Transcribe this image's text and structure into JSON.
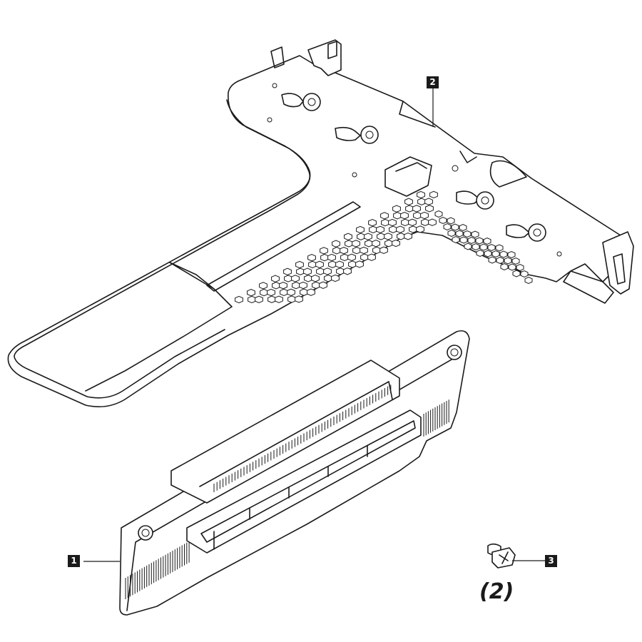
{
  "callouts": [
    {
      "id": "1",
      "label": "1"
    },
    {
      "id": "2",
      "label": "2"
    },
    {
      "id": "3",
      "label": "3"
    }
  ],
  "quantity_note": "(2)"
}
